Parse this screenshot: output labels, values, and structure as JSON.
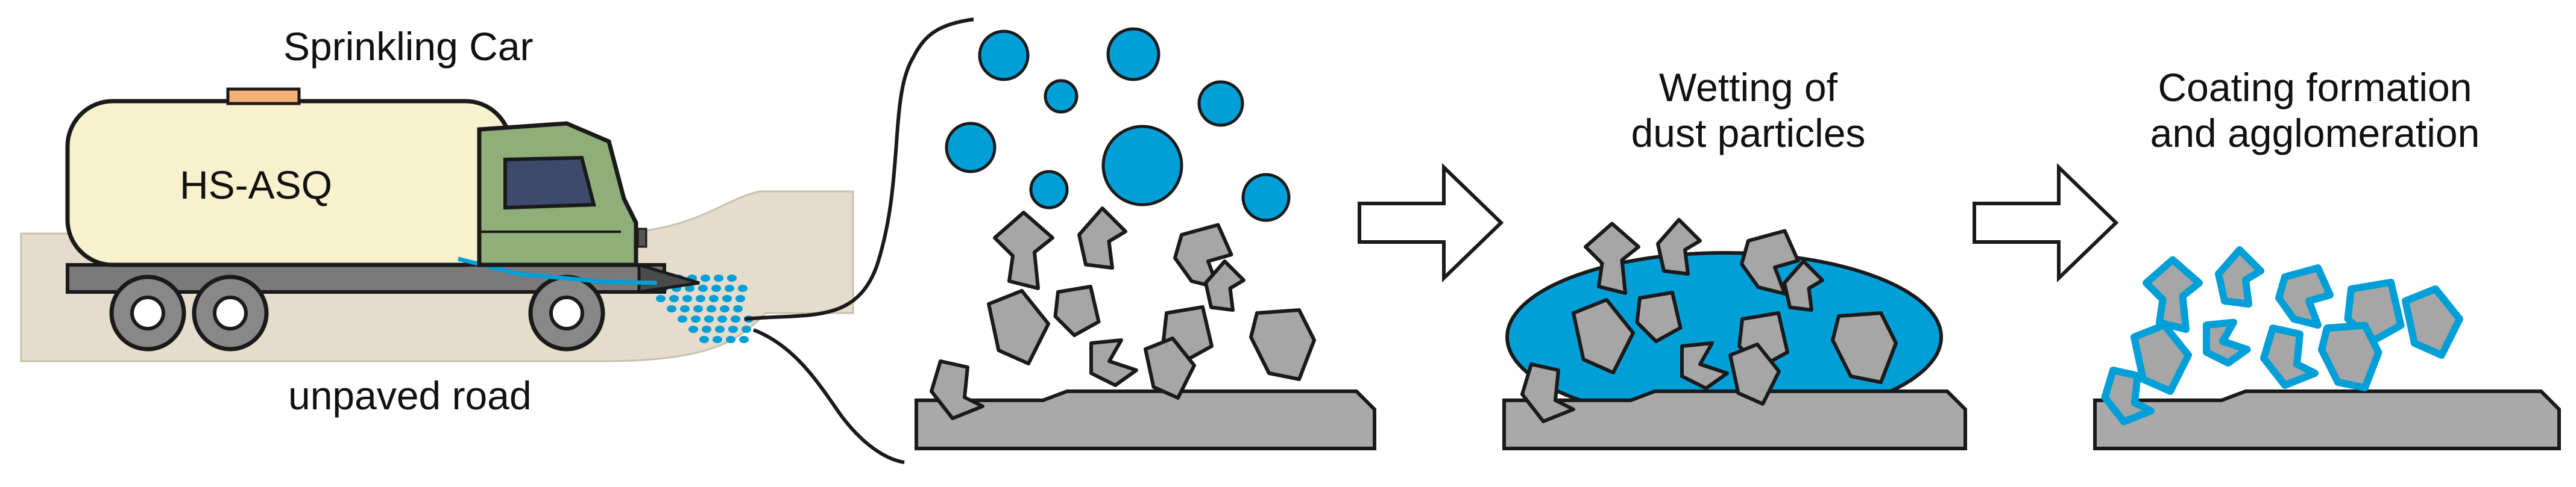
{
  "labels": {
    "vehicle": "Sprinkling Car",
    "tank": "HS-ASQ",
    "road": "unpaved road",
    "stage2_line1": "Wetting of",
    "stage2_line2": "dust particles",
    "stage3_line1": "Coating formation",
    "stage3_line2": "and agglomeration"
  },
  "colors": {
    "tank_fill": "#f8f1cd",
    "cap_fill": "#f4b27a",
    "cab_fill": "#8fae78",
    "road_fill": "#e5dccb",
    "particle_fill": "#a6a6a6",
    "water_blue": "#009fd8",
    "ground_fill": "#a9a9a9",
    "outline": "#1a1a1a"
  }
}
